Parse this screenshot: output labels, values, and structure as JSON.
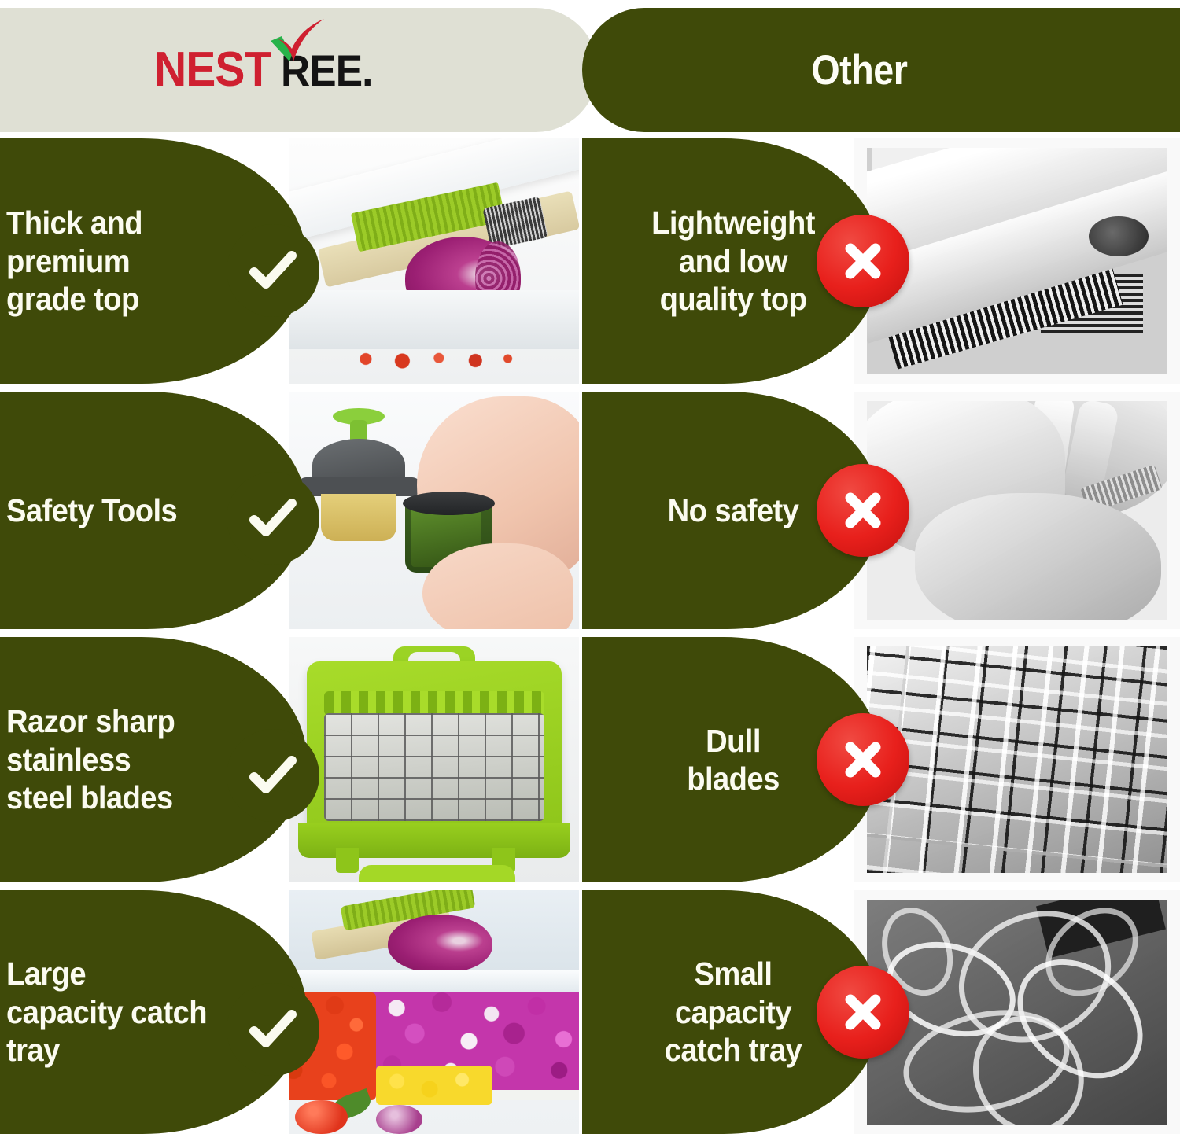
{
  "header": {
    "brand": {
      "logo_part_red": "NEST",
      "logo_part_black": "REE.",
      "logo_icon": "check-swoosh-icon"
    },
    "other": {
      "title": "Other"
    }
  },
  "colors": {
    "olive": "#3f4a09",
    "sage": "#dfe0d4",
    "red": "#e8201c",
    "logo_red": "#cf2030",
    "white": "#fbfbf0"
  },
  "rows": [
    {
      "left": {
        "label": "Thick and\npremium\ngrade top",
        "mark": "check-icon",
        "photo": "vegetable-chopper-with-red-onion-photo"
      },
      "right": {
        "label": "Lightweight\nand low\nquality top",
        "mark": "cross-icon",
        "photo": "cheap-mandoline-slicer-photo"
      }
    },
    {
      "left": {
        "label": "Safety  Tools",
        "mark": "check-icon",
        "photo": "hand-holding-safety-food-holder-photo"
      },
      "right": {
        "label": "No safety",
        "mark": "cross-icon",
        "photo": "bare-hands-on-blade-photo"
      }
    },
    {
      "left": {
        "label": "Razor sharp\nstainless\nsteel blades",
        "mark": "check-icon",
        "photo": "green-stainless-steel-blade-cassette-photo"
      },
      "right": {
        "label": "Dull\nblades",
        "mark": "cross-icon",
        "photo": "dull-grid-blades-photo"
      }
    },
    {
      "left": {
        "label": "Large\ncapacity catch\ntray",
        "mark": "check-icon",
        "photo": "large-catch-tray-full-of-diced-vegetables-photo"
      },
      "right": {
        "label": "Small\ncapacity\ncatch tray",
        "mark": "cross-icon",
        "photo": "small-tray-of-spiral-noodles-photo"
      }
    }
  ]
}
